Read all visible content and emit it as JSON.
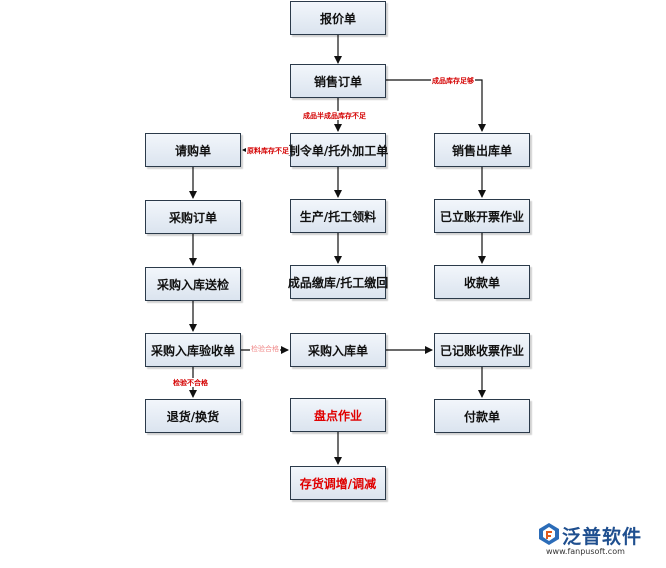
{
  "nodes": {
    "quote": "报价单",
    "sales_order": "销售订单",
    "requisition": "请购单",
    "work_order": "制令单/托外加工单",
    "sales_outbound": "销售出库单",
    "purchase_order": "采购订单",
    "material_issue": "生产/托工领料",
    "invoicing": "已立账开票作业",
    "inbound_inspection": "采购入库送检",
    "finished_receipt": "成品缴库/托工缴回",
    "receipt_voucher": "收款单",
    "acceptance": "采购入库验收单",
    "purchase_inbound": "采购入库单",
    "payable_invoice": "已记账收票作业",
    "return_exchange": "退货/换货",
    "stocktake": "盘点作业",
    "payment_voucher": "付款单",
    "inventory_adjust": "存货调增/调减"
  },
  "edge_labels": {
    "stock_sufficient": "成品库存足够",
    "finished_semi_insufficient": "成品半成品库存不足",
    "raw_insufficient": "原料库存不足",
    "inspection_pass": "检验合格",
    "inspection_fail": "检验不合格"
  },
  "colors": {
    "box_border": "#2b3a4a",
    "box_fill_top": "#f2f6fb",
    "box_fill_bottom": "#dbe4ef",
    "highlight_text": "#e00000",
    "edge_label": "#d40000",
    "arrow": "#111111",
    "logo": "#1f4f8f"
  },
  "logo": {
    "name": "泛普软件",
    "url": "www.fanpusoft.com"
  }
}
